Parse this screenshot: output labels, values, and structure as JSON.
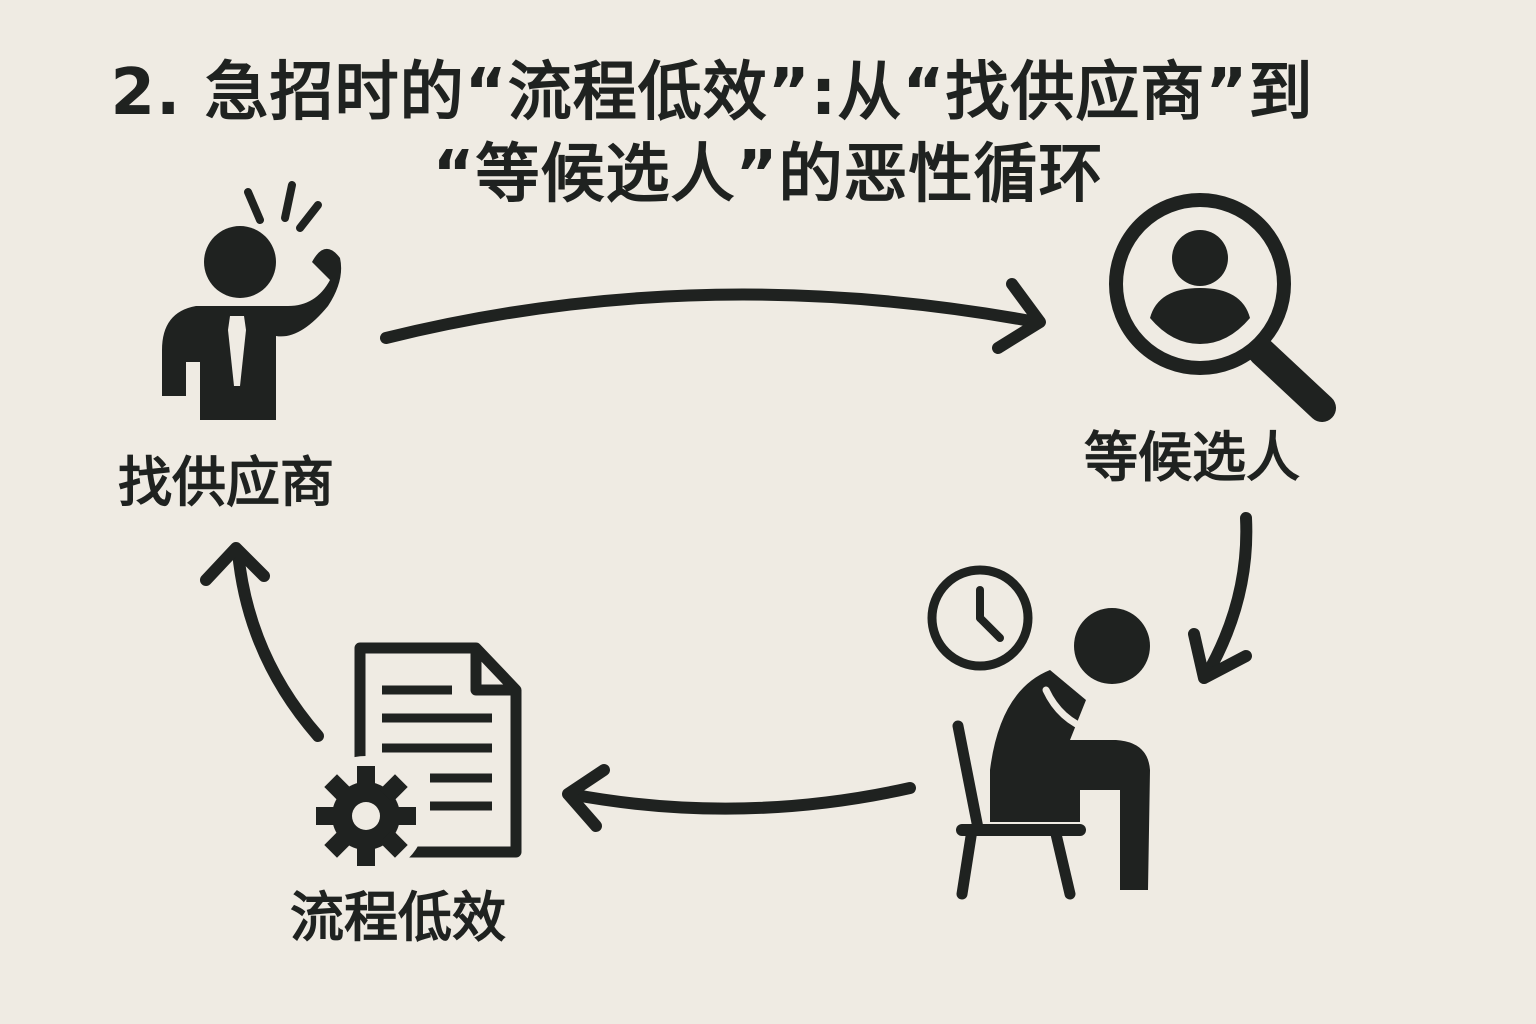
{
  "title": {
    "line1": "2. 急招时的“流程低效”:从“找供应商”到",
    "line2": "“等候选人”的恶性循环"
  },
  "nodes": {
    "supplier": {
      "label": "找供应商",
      "icon": "stressed-businessman-icon"
    },
    "waiting": {
      "label": "等候选人",
      "icon": "candidate-search-icon"
    },
    "idle": {
      "icon": "waiting-person-clock-icon"
    },
    "process": {
      "label": "流程低效",
      "icon": "document-gear-icon"
    }
  },
  "colors": {
    "background": "#efebe3",
    "ink": "#1f2220"
  }
}
